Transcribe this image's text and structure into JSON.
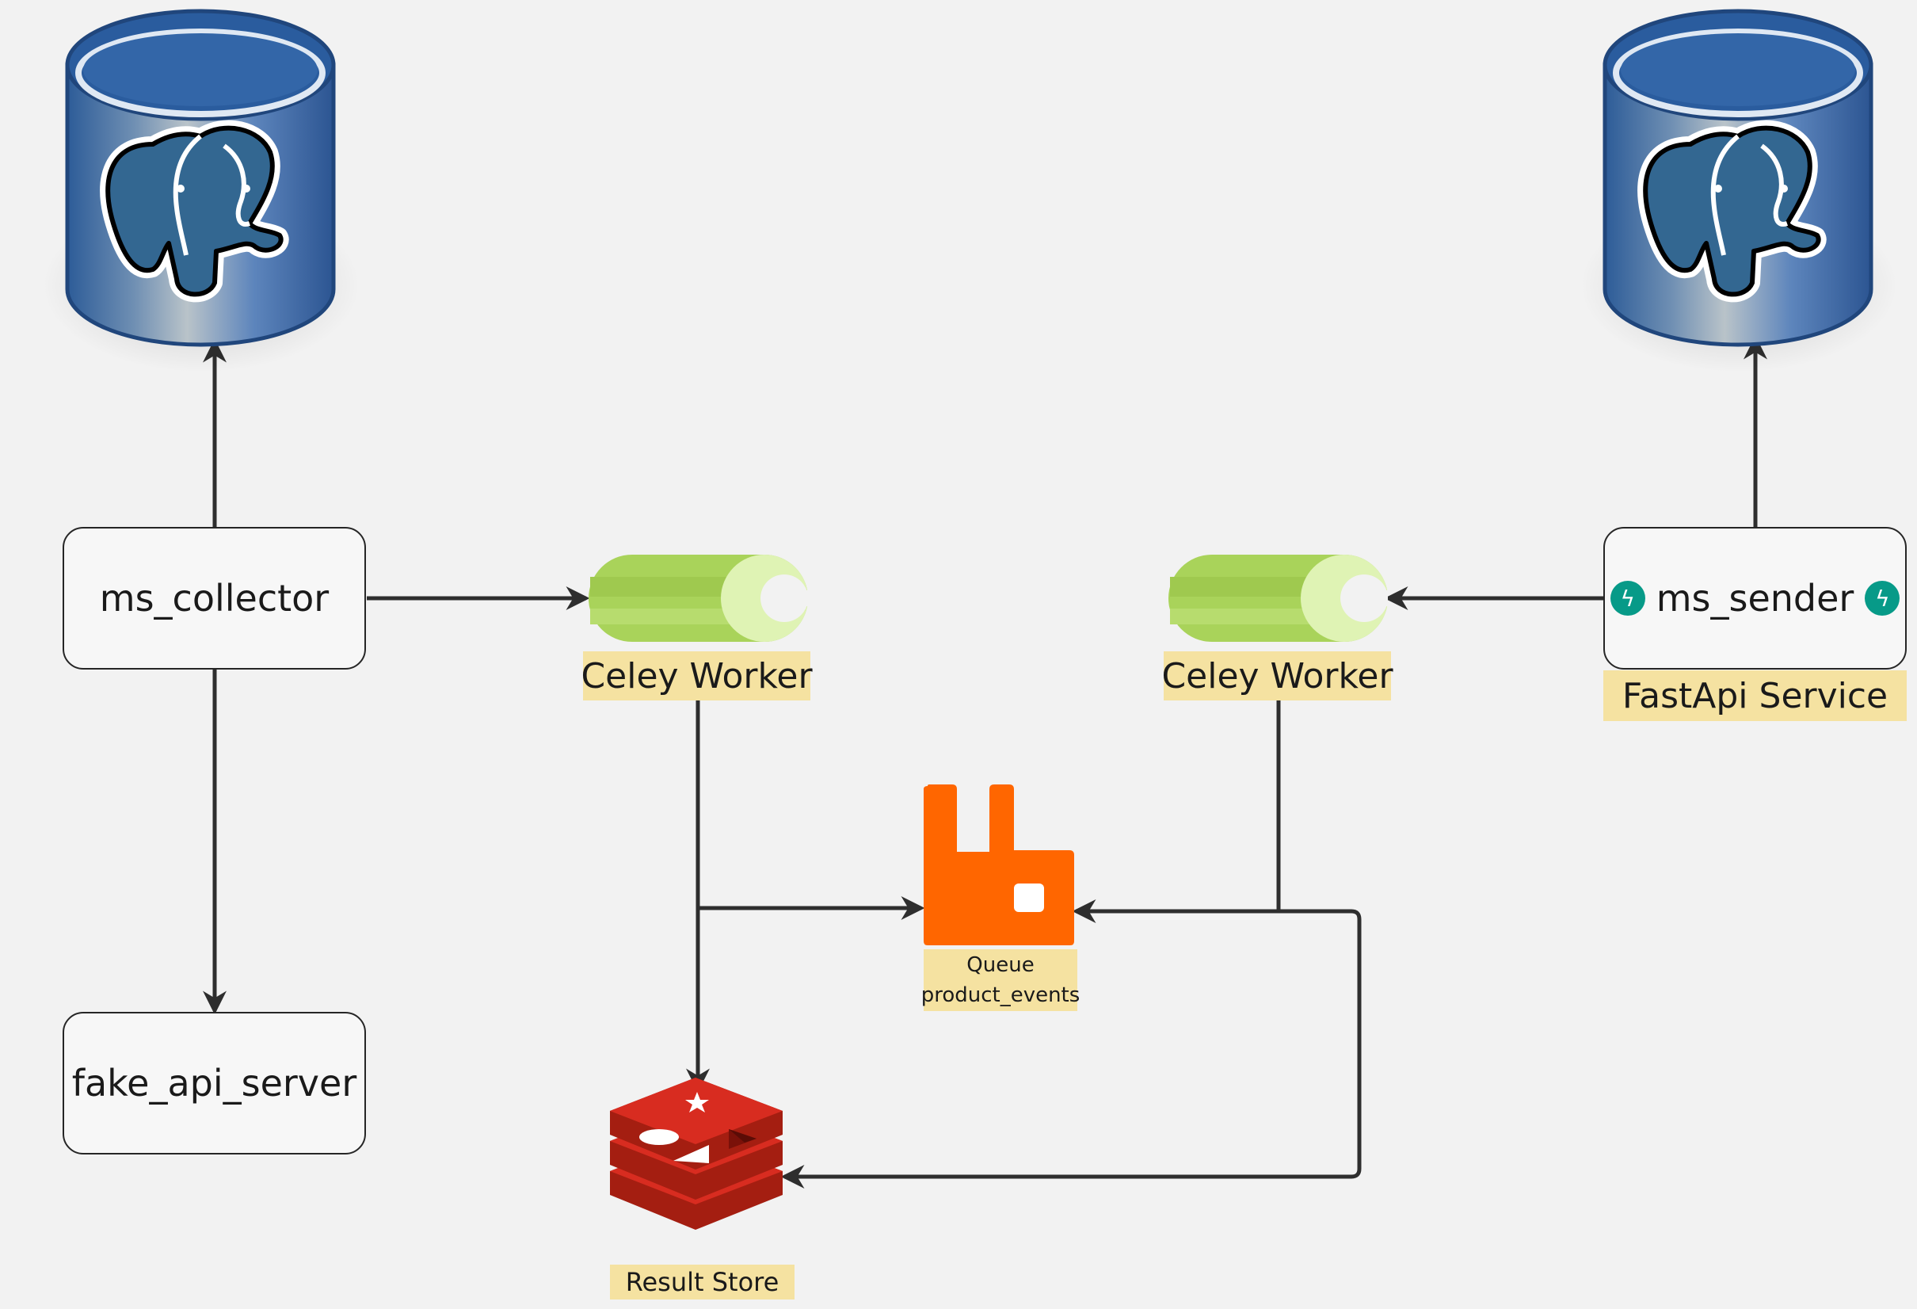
{
  "nodes": {
    "ms_collector": {
      "label": "ms_collector"
    },
    "fake_api_server": {
      "label": "fake_api_server"
    },
    "ms_sender": {
      "label": "ms_sender",
      "caption": "FastApi Service"
    },
    "celery_worker_left": {
      "caption": "Celey Worker"
    },
    "celery_worker_right": {
      "caption": "Celey Worker"
    },
    "queue": {
      "caption_line1": "Queue",
      "caption_line2": "product_events"
    },
    "result_store": {
      "caption": "Result Store"
    },
    "postgres_left": {
      "icon": "postgresql-database-icon"
    },
    "postgres_right": {
      "icon": "postgresql-database-icon"
    }
  },
  "colors": {
    "background": "#f2f2f2",
    "caption_highlight": "#f5e2a1",
    "arrow": "#2e2e2e",
    "rabbitmq_orange": "#ff6600",
    "redis_red": "#c6302b",
    "celery_green": "#a9d35a",
    "fastapi_teal": "#079a88",
    "postgres_blue": "#336791"
  },
  "icons": {
    "fastapi_badge": "lightning-bolt-icon"
  }
}
